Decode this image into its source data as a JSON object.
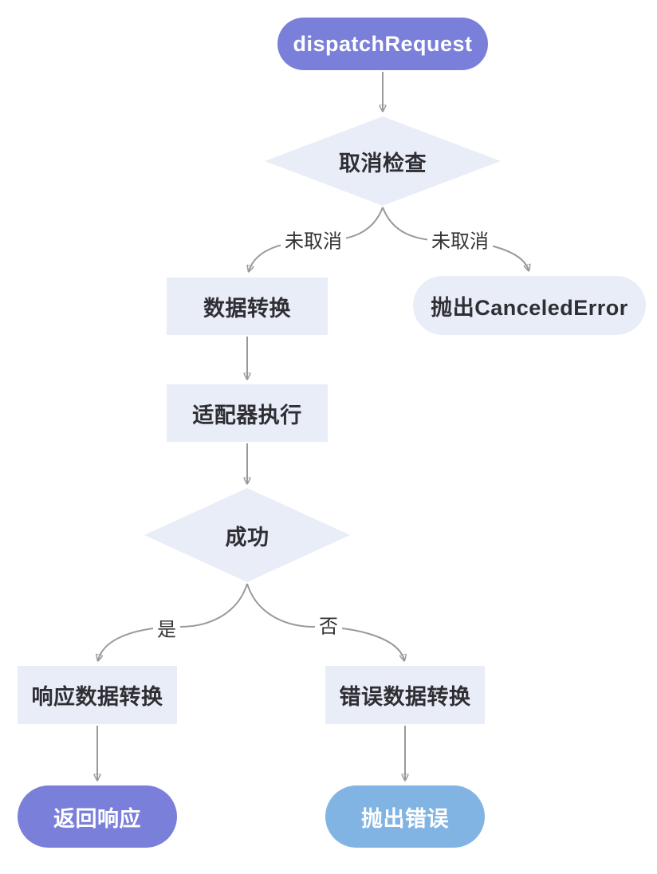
{
  "diagram": {
    "type": "flowchart",
    "direction": "top-down",
    "nodes": {
      "dispatch_request": {
        "label": "dispatchRequest",
        "shape": "stadium",
        "variant": "primary"
      },
      "cancel_check": {
        "label": "取消检查",
        "shape": "diamond",
        "variant": "secondary"
      },
      "data_transform": {
        "label": "数据转换",
        "shape": "rect",
        "variant": "secondary"
      },
      "throw_canceled_error": {
        "label": "抛出CanceledError",
        "shape": "stadium",
        "variant": "secondary"
      },
      "adapter_execute": {
        "label": "适配器执行",
        "shape": "rect",
        "variant": "secondary"
      },
      "success_check": {
        "label": "成功",
        "shape": "diamond",
        "variant": "secondary"
      },
      "response_data_transform": {
        "label": "响应数据转换",
        "shape": "rect",
        "variant": "secondary"
      },
      "error_data_transform": {
        "label": "错误数据转换",
        "shape": "rect",
        "variant": "secondary"
      },
      "return_response": {
        "label": "返回响应",
        "shape": "stadium",
        "variant": "primary"
      },
      "throw_error": {
        "label": "抛出错误",
        "shape": "stadium",
        "variant": "accent"
      }
    },
    "edges": [
      {
        "from": "dispatch_request",
        "to": "cancel_check",
        "label": ""
      },
      {
        "from": "cancel_check",
        "to": "data_transform",
        "label": "未取消"
      },
      {
        "from": "cancel_check",
        "to": "throw_canceled_error",
        "label": "未取消"
      },
      {
        "from": "data_transform",
        "to": "adapter_execute",
        "label": ""
      },
      {
        "from": "adapter_execute",
        "to": "success_check",
        "label": ""
      },
      {
        "from": "success_check",
        "to": "response_data_transform",
        "label": "是"
      },
      {
        "from": "success_check",
        "to": "error_data_transform",
        "label": "否"
      },
      {
        "from": "response_data_transform",
        "to": "return_response",
        "label": ""
      },
      {
        "from": "error_data_transform",
        "to": "throw_error",
        "label": ""
      }
    ],
    "colors": {
      "primary_fill": "#7a80da",
      "primary_text": "#ffffff",
      "secondary_fill": "#e9edf8",
      "secondary_text": "#2e2e33",
      "accent_fill": "#81b4e2",
      "accent_text": "#ffffff",
      "edge_line": "#999999",
      "edge_arrow": "#8a8a8a",
      "edge_label_text": "#333333",
      "background": "#ffffff"
    }
  }
}
